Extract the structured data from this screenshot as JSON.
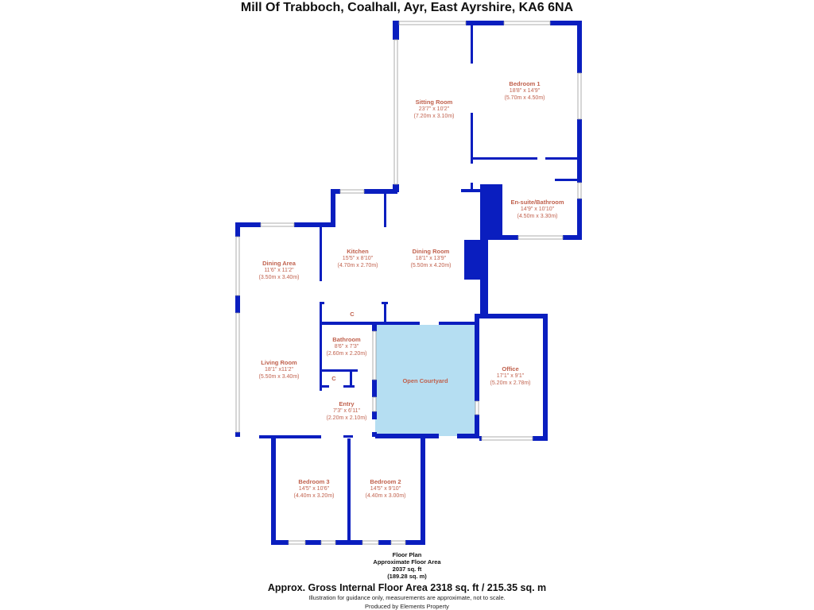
{
  "header": {
    "title": "Mill Of Trabboch, Coalhall, Ayr, East Ayrshire, KA6 6NA"
  },
  "colors": {
    "wall": "#0a1ebf",
    "courtyard": "#b5def2",
    "label": "#c0614d"
  },
  "rooms": {
    "sitting_room": {
      "name": "Sitting Room",
      "imperial": "23'7\" x 10'2\"",
      "metric": "(7.20m x 3.10m)"
    },
    "bedroom1": {
      "name": "Bedroom 1",
      "imperial": "18'8\" x 14'9\"",
      "metric": "(5.70m x 4.50m)"
    },
    "ensuite": {
      "name": "En-suite/Bathroom",
      "imperial": "14'9\" x 10'10\"",
      "metric": "(4.50m x 3.30m)"
    },
    "dining_area": {
      "name": "Dining Area",
      "imperial": "11'6\" x 11'2\"",
      "metric": "(3.50m x 3.40m)"
    },
    "kitchen": {
      "name": "Kitchen",
      "imperial": "15'5\" x 8'10\"",
      "metric": "(4.70m x 2.70m)"
    },
    "dining_room": {
      "name": "Dining Room",
      "imperial": "18'1\" x 13'9\"",
      "metric": "(5.50m x 4.20m)"
    },
    "cupboard1": {
      "name": "C"
    },
    "bathroom": {
      "name": "Bathroom",
      "imperial": "8'6\" x 7'3\"",
      "metric": "(2.60m x 2.20m)"
    },
    "living_room": {
      "name": "Living Room",
      "imperial": "18'1\" x11'2\"",
      "metric": "(5.50m x 3.40m)"
    },
    "cupboard2": {
      "name": "C"
    },
    "entry": {
      "name": "Entry",
      "imperial": "7'3\" x 6'11\"",
      "metric": "(2.20m x 2.10m)"
    },
    "courtyard": {
      "name": "Open Courtyard"
    },
    "office": {
      "name": "Office",
      "imperial": "17'1\" x 9'1\"",
      "metric": "(5.20m x 2.78m)"
    },
    "bedroom3": {
      "name": "Bedroom 3",
      "imperial": "14'5\" x 10'6\"",
      "metric": "(4.40m x 3.20m)"
    },
    "bedroom2": {
      "name": "Bedroom 2",
      "imperial": "14'5\" x 9'10\"",
      "metric": "(4.40m x 3.00m)"
    }
  },
  "footer": {
    "floor_plan": "Floor Plan",
    "approx_area_label": "Approximate Floor Area",
    "area_sqft": "2037 sq. ft",
    "area_sqm": "(189.28 sq. m)",
    "gross": "Approx. Gross Internal Floor Area 2318 sq. ft / 215.35 sq. m",
    "disclaimer": "Illustration for guidance only, measurements are approximate, not to scale.",
    "produced_by": "Produced by Elements Property"
  }
}
